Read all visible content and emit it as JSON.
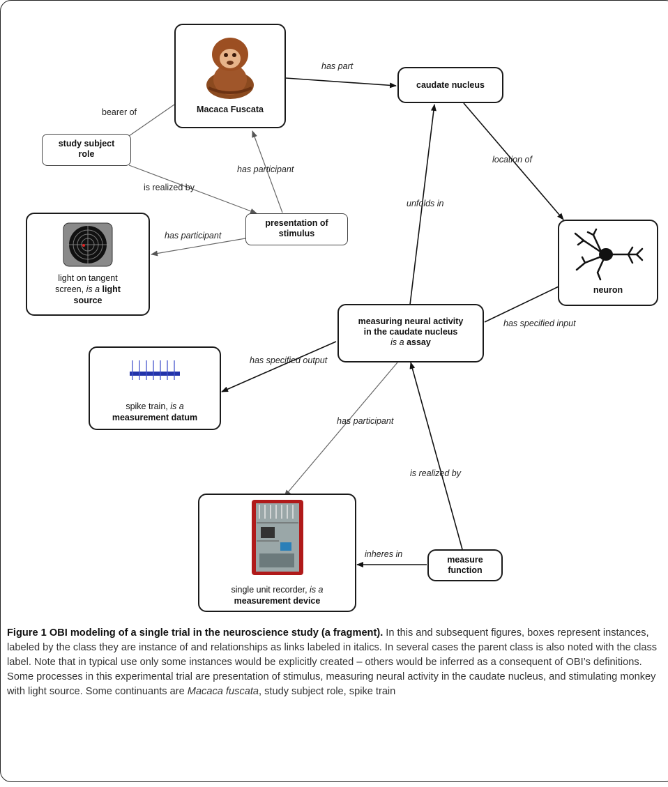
{
  "nodes": {
    "macaca": {
      "label": "Macaca Fuscata",
      "picture": "monkey-image"
    },
    "caudate": {
      "label": "caudate nucleus"
    },
    "role": {
      "label_line1": "study subject",
      "label_line2": "role"
    },
    "stimulus": {
      "label_line1": "presentation of",
      "label_line2": "stimulus"
    },
    "light": {
      "line1": "light on tangent",
      "line2_prefix": "screen, ",
      "line2_italic": "is a",
      "line2_bold": "light",
      "line3": "source",
      "picture": "tangent-screen-image"
    },
    "neuron": {
      "label": "neuron",
      "picture": "neuron-image"
    },
    "assay": {
      "line1": "measuring neural activity",
      "line2": "in the caudate nucleus",
      "line3_italic": "is a",
      "line3_bold": "assay"
    },
    "spike": {
      "line1_prefix": "spike train, ",
      "line1_italic": "is a",
      "line2": "measurement datum",
      "picture": "spike-train-image"
    },
    "recorder": {
      "line1_prefix": "single unit recorder, ",
      "line1_italic": "is a",
      "line2": "measurement device",
      "picture": "circuit-board-image"
    },
    "function": {
      "line1": "measure",
      "line2": "function"
    }
  },
  "edges": {
    "has_part": "has part",
    "bearer_of": "bearer of",
    "has_participant_macaca": "has participant",
    "is_realized_by_role": "is realized by",
    "has_participant_light": "has participant",
    "unfolds_in": "unfolds in",
    "location_of": "location of",
    "has_specified_input": "has specified input",
    "has_specified_output": "has specified output",
    "has_participant_recorder": "has participant",
    "is_realized_by_function": "is realized by",
    "inheres_in": "inheres in"
  },
  "caption": {
    "title": "Figure 1 OBI modeling of a single trial in the neuroscience study (a fragment).",
    "body_1": " In this and subsequent figures, boxes represent instances, labeled by the class they are instance of and relationships as links labeled in italics. In several cases the parent class is also noted with the class label. Note that in typical use only some instances would be explicitly created – others would be inferred as a consequent of OBI’s definitions. Some processes in this experimental trial are presentation of stimulus, measuring neural activity in the caudate nucleus, and stimulating monkey with light source. Some continuants are ",
    "italic_1": "Macaca fuscata",
    "body_2": ", study subject role, spike train"
  }
}
